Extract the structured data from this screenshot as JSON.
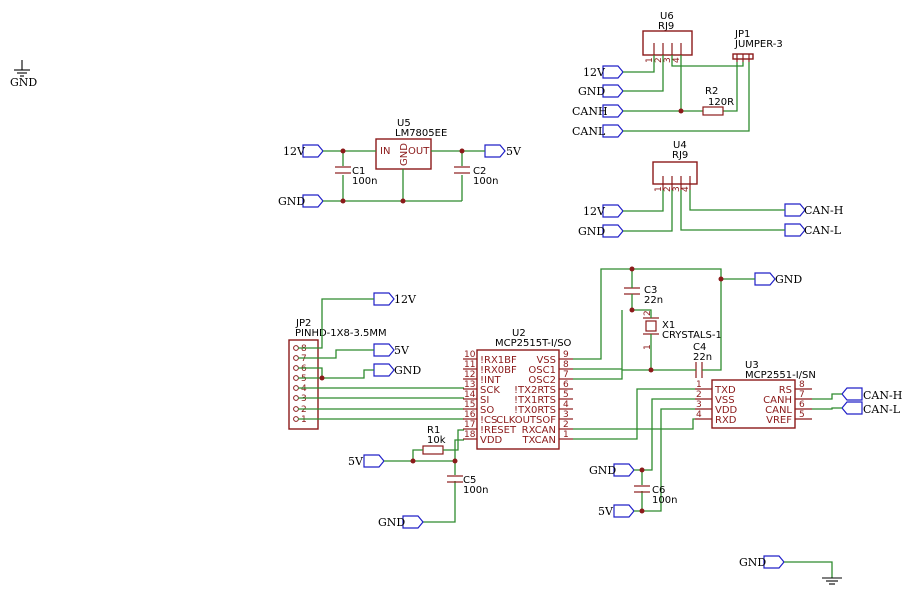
{
  "colors": {
    "wire": "#2e8b2e",
    "part": "#8b1a1a",
    "label": "#2020c8",
    "text": "#000000"
  },
  "nets": {
    "v12": "12V",
    "v5": "5V",
    "gnd": "GND",
    "canh": "CANH",
    "canl": "CANL",
    "can_h": "CAN-H",
    "can_l": "CAN-L"
  },
  "u6": {
    "ref": "U6",
    "value": "RJ9",
    "pins": [
      "1",
      "2",
      "3",
      "4"
    ]
  },
  "u4": {
    "ref": "U4",
    "value": "RJ9",
    "pins": [
      "1",
      "2",
      "3",
      "4"
    ]
  },
  "jp1": {
    "ref": "JP1",
    "value": "JUMPER-3"
  },
  "r2": {
    "ref": "R2",
    "value": "120R"
  },
  "u5": {
    "ref": "U5",
    "value": "LM7805EE",
    "pin_in": "IN",
    "pin_out": "OUT",
    "pin_gnd": "GND"
  },
  "c1": {
    "ref": "C1",
    "value": "100n"
  },
  "c2": {
    "ref": "C2",
    "value": "100n"
  },
  "jp2": {
    "ref": "JP2",
    "value": "PINHD-1X8-3.5MM",
    "pins": [
      "8",
      "7",
      "6",
      "5",
      "4",
      "3",
      "2",
      "1"
    ]
  },
  "u2": {
    "ref": "U2",
    "value": "MCP2515T-I/SO",
    "left_pins": [
      {
        "num": "10",
        "name": "!RX1BF"
      },
      {
        "num": "11",
        "name": "!RX0BF"
      },
      {
        "num": "12",
        "name": "!INT"
      },
      {
        "num": "13",
        "name": "SCK"
      },
      {
        "num": "14",
        "name": "SI"
      },
      {
        "num": "15",
        "name": "SO"
      },
      {
        "num": "16",
        "name": "!CS"
      },
      {
        "num": "17",
        "name": "!RESET"
      },
      {
        "num": "18",
        "name": "VDD"
      }
    ],
    "right_pins": [
      {
        "num": "9",
        "name": "VSS"
      },
      {
        "num": "8",
        "name": "OSC1"
      },
      {
        "num": "7",
        "name": "OSC2"
      },
      {
        "num": "6",
        "name": "!TX2RTS"
      },
      {
        "num": "5",
        "name": "!TX1RTS"
      },
      {
        "num": "4",
        "name": "!TX0RTS"
      },
      {
        "num": "3",
        "name": "CLKOUTSOF"
      },
      {
        "num": "2",
        "name": "RXCAN"
      },
      {
        "num": "1",
        "name": "TXCAN"
      }
    ]
  },
  "c3": {
    "ref": "C3",
    "value": "22n"
  },
  "x1": {
    "ref": "X1",
    "value": "CRYSTALS-1",
    "pin1": "1",
    "pin2": "2"
  },
  "c4": {
    "ref": "C4",
    "value": "22n"
  },
  "u3": {
    "ref": "U3",
    "value": "MCP2551-I/SN",
    "left_pins": [
      {
        "num": "1",
        "name": "TXD"
      },
      {
        "num": "2",
        "name": "VSS"
      },
      {
        "num": "3",
        "name": "VDD"
      },
      {
        "num": "4",
        "name": "RXD"
      }
    ],
    "right_pins": [
      {
        "num": "8",
        "name": "RS"
      },
      {
        "num": "7",
        "name": "CANH"
      },
      {
        "num": "6",
        "name": "CANL"
      },
      {
        "num": "5",
        "name": "VREF"
      }
    ]
  },
  "r1": {
    "ref": "R1",
    "value": "10k"
  },
  "c5": {
    "ref": "C5",
    "value": "100n"
  },
  "c6": {
    "ref": "C6",
    "value": "100n"
  }
}
